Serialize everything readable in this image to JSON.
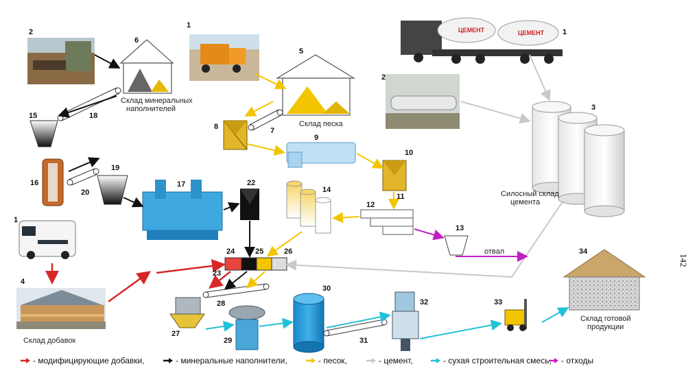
{
  "page_number": "142",
  "labels": {
    "mineral_store_1": "Склад минеральных",
    "mineral_store_2": "наполнителей",
    "sand_store": "Склад песка",
    "cement_silo_1": "Силосный склад",
    "cement_silo_2": "цемента",
    "dump": "отвал",
    "additives_store": "Склад добавок",
    "product_store_1": "Склад готовой",
    "product_store_2": "продукции",
    "truck_text": "ЦЕМЕНТ"
  },
  "numbers": {
    "n1a": "1",
    "n1b": "1",
    "n1c": "1",
    "n2a": "2",
    "n2b": "2",
    "n3": "3",
    "n4": "4",
    "n5": "5",
    "n6": "6",
    "n7": "7",
    "n8": "8",
    "n9": "9",
    "n10": "10",
    "n11": "11",
    "n12": "12",
    "n13": "13",
    "n14": "14",
    "n15": "15",
    "n16": "16",
    "n17": "17",
    "n18": "18",
    "n19": "19",
    "n20": "20",
    "n22": "22",
    "n23": "23",
    "n24": "24",
    "n25": "25",
    "n26": "26",
    "n27": "27",
    "n28": "28",
    "n29": "29",
    "n30": "30",
    "n31": "31",
    "n32": "32",
    "n33": "33",
    "n34": "34"
  },
  "legend": [
    {
      "text": "- модифицирующие добавки,",
      "color": "#d62728"
    },
    {
      "text": "- минеральные наполнители,",
      "color": "#111111"
    },
    {
      "text": "- песок,",
      "color": "#f2c500"
    },
    {
      "text": "- цемент,",
      "color": "#c8c8c8"
    },
    {
      "text": "- сухая строительная смесь,",
      "color": "#22c1d6"
    },
    {
      "text": "- отходы",
      "color": "#c21fc2"
    }
  ],
  "colors": {
    "additives": "#d62728",
    "mineral": "#111111",
    "sand": "#f2c500",
    "cement": "#c8c8c8",
    "dry_mix": "#22c1d6",
    "waste": "#c21fc2"
  }
}
